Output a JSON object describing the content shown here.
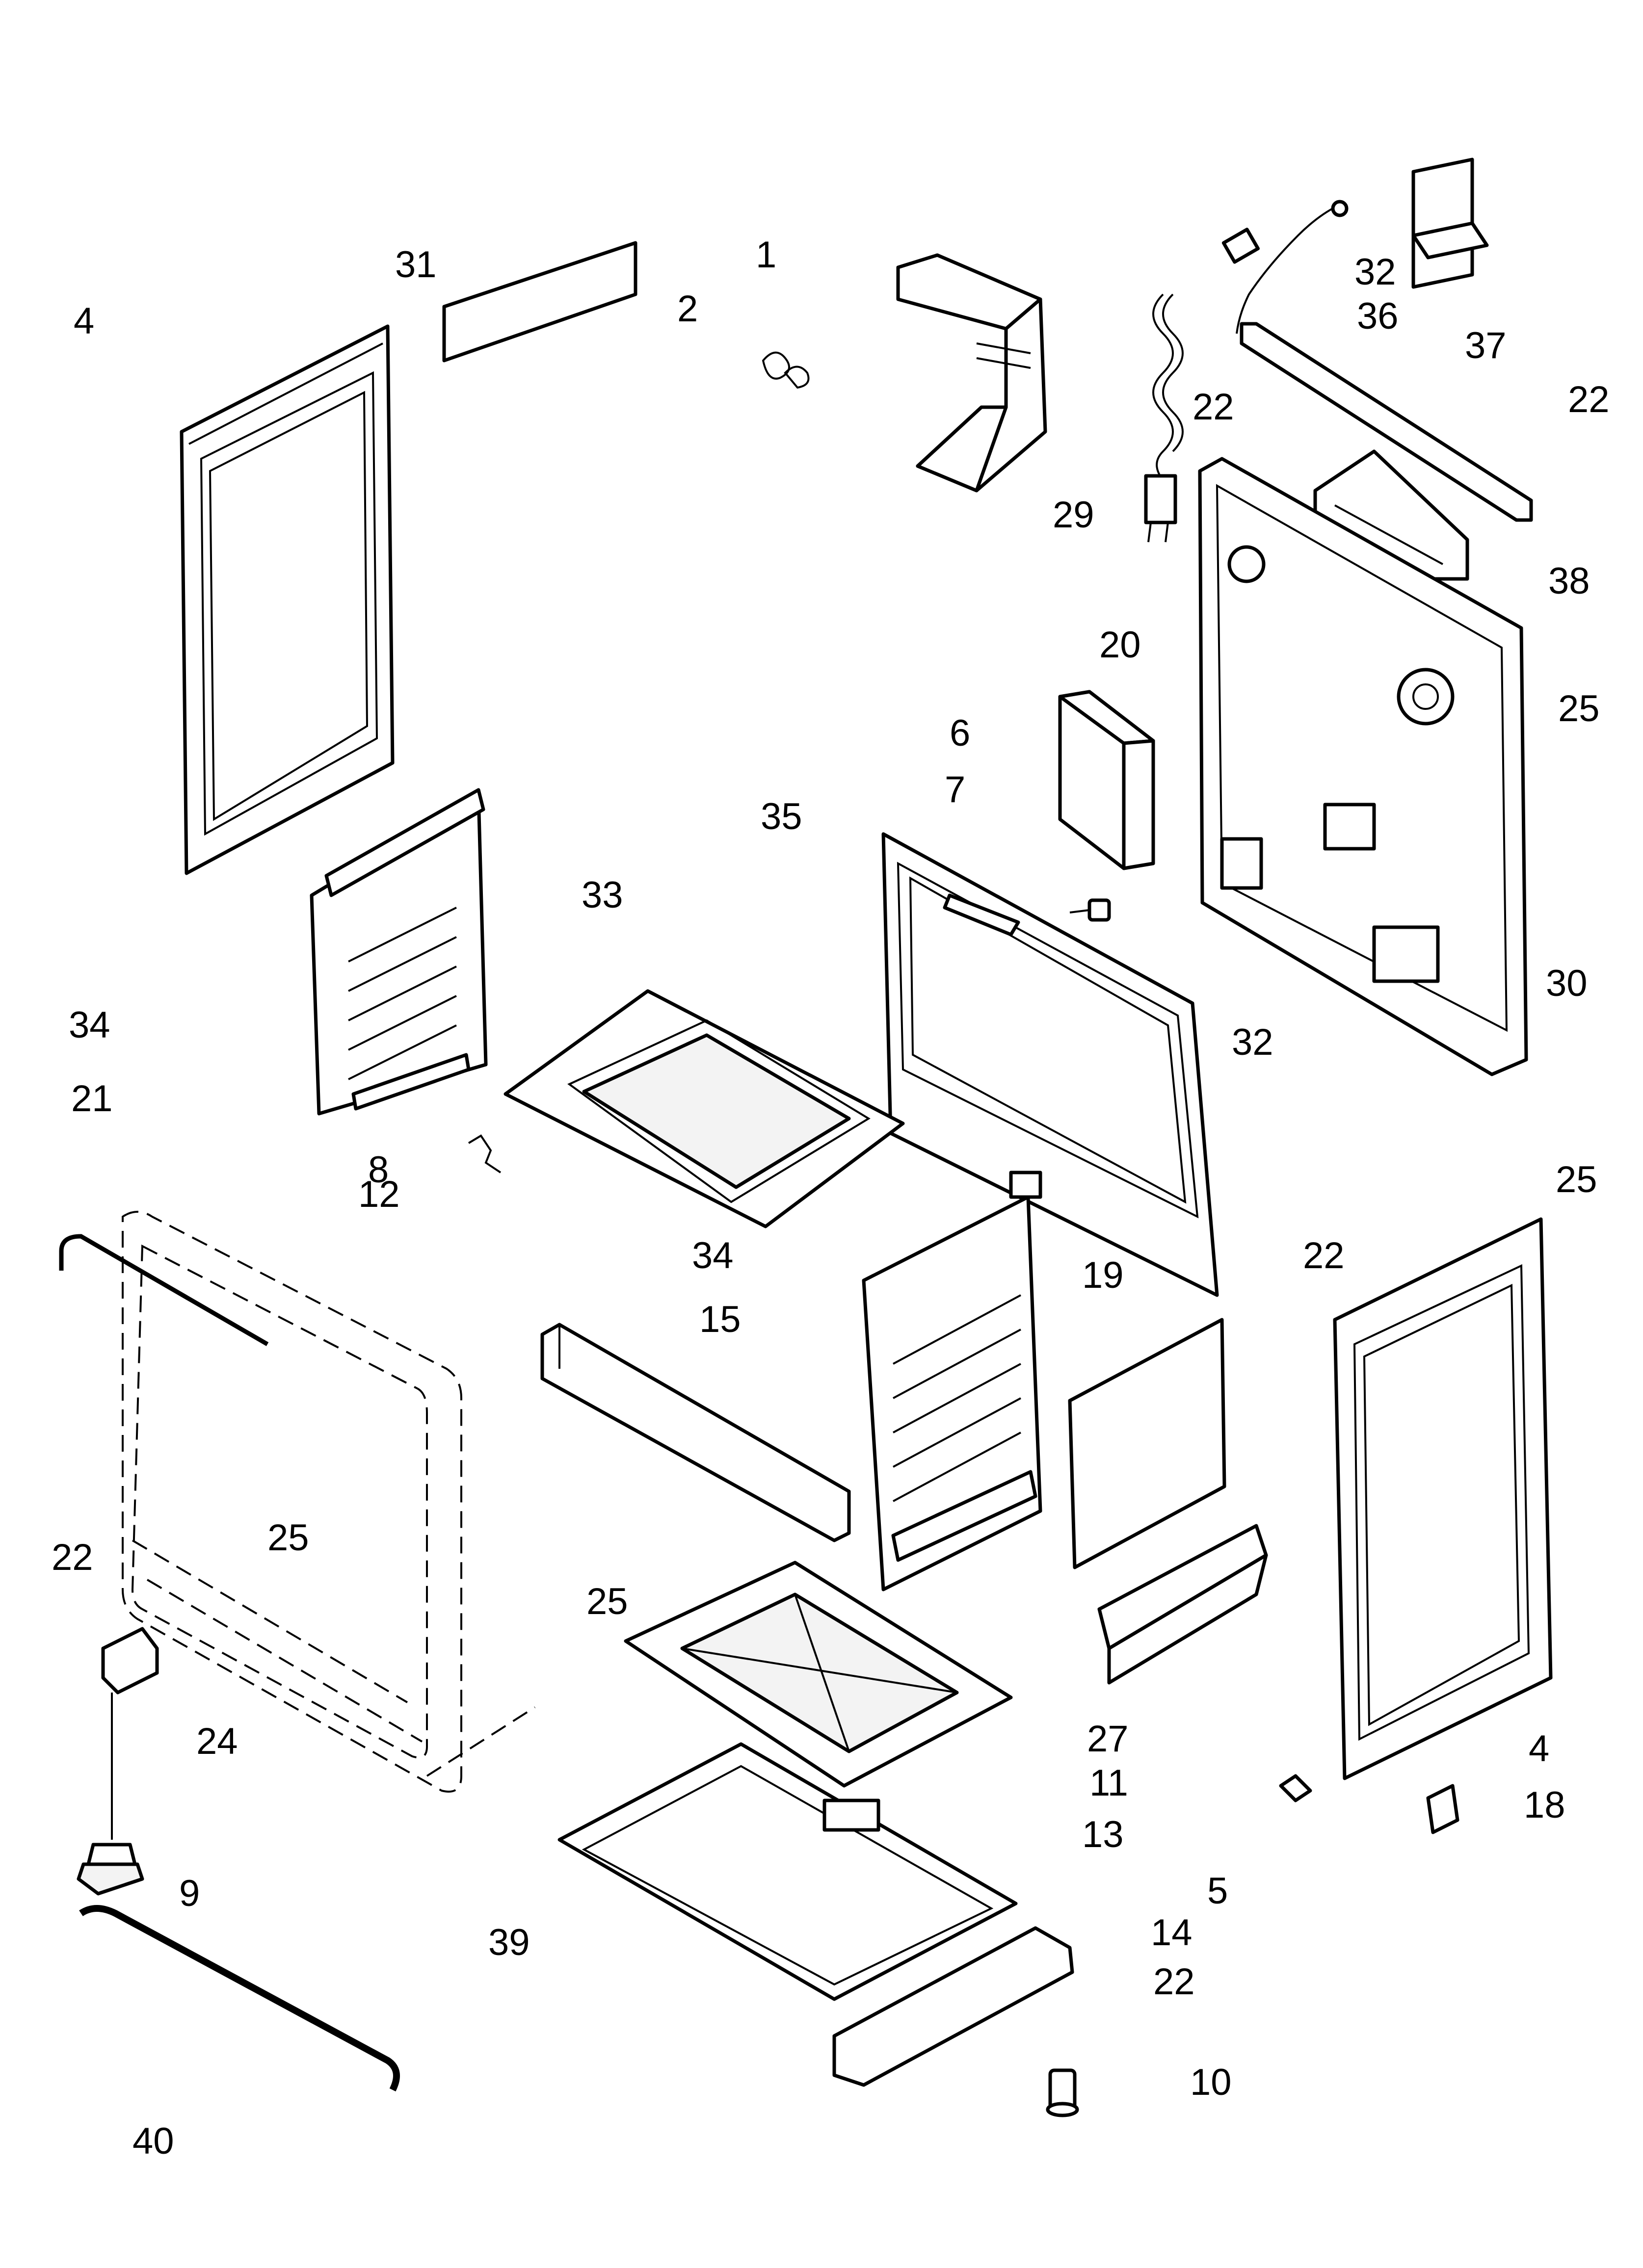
{
  "diagram": {
    "callouts": [
      {
        "id": "c1",
        "text": "1"
      },
      {
        "id": "c2",
        "text": "2"
      },
      {
        "id": "c4a",
        "text": "4"
      },
      {
        "id": "c4b",
        "text": "4"
      },
      {
        "id": "c5",
        "text": "5"
      },
      {
        "id": "c6",
        "text": "6"
      },
      {
        "id": "c7",
        "text": "7"
      },
      {
        "id": "c8",
        "text": "8"
      },
      {
        "id": "c9",
        "text": "9"
      },
      {
        "id": "c10",
        "text": "10"
      },
      {
        "id": "c11",
        "text": "11"
      },
      {
        "id": "c12",
        "text": "12"
      },
      {
        "id": "c13",
        "text": "13"
      },
      {
        "id": "c14",
        "text": "14"
      },
      {
        "id": "c15",
        "text": "15"
      },
      {
        "id": "c18",
        "text": "18"
      },
      {
        "id": "c19",
        "text": "19"
      },
      {
        "id": "c20",
        "text": "20"
      },
      {
        "id": "c21",
        "text": "21"
      },
      {
        "id": "c22a",
        "text": "22"
      },
      {
        "id": "c22b",
        "text": "22"
      },
      {
        "id": "c22c",
        "text": "22"
      },
      {
        "id": "c22d",
        "text": "22"
      },
      {
        "id": "c22e",
        "text": "22"
      },
      {
        "id": "c24",
        "text": "24"
      },
      {
        "id": "c25a",
        "text": "25"
      },
      {
        "id": "c25b",
        "text": "25"
      },
      {
        "id": "c25c",
        "text": "25"
      },
      {
        "id": "c25d",
        "text": "25"
      },
      {
        "id": "c27",
        "text": "27"
      },
      {
        "id": "c29",
        "text": "29"
      },
      {
        "id": "c30",
        "text": "30"
      },
      {
        "id": "c31",
        "text": "31"
      },
      {
        "id": "c32a",
        "text": "32"
      },
      {
        "id": "c32b",
        "text": "32"
      },
      {
        "id": "c33",
        "text": "33"
      },
      {
        "id": "c34a",
        "text": "34"
      },
      {
        "id": "c34b",
        "text": "34"
      },
      {
        "id": "c35",
        "text": "35"
      },
      {
        "id": "c36",
        "text": "36"
      },
      {
        "id": "c37",
        "text": "37"
      },
      {
        "id": "c38",
        "text": "38"
      },
      {
        "id": "c39",
        "text": "39"
      },
      {
        "id": "c40",
        "text": "40"
      }
    ]
  }
}
